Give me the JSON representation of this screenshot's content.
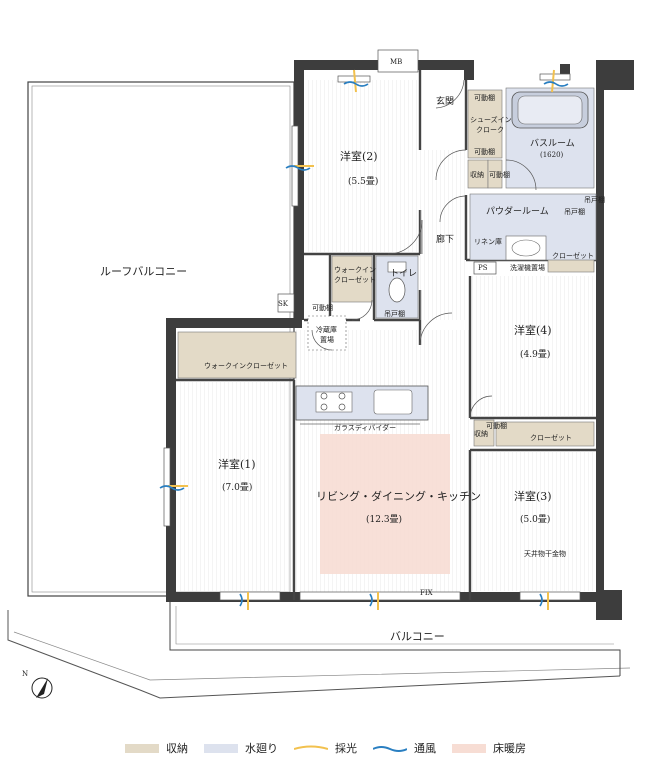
{
  "rooms": {
    "western2": {
      "name": "洋室(2)",
      "size": "(5.5畳)"
    },
    "western1": {
      "name": "洋室(1)",
      "size": "(7.0畳)"
    },
    "western4": {
      "name": "洋室(4)",
      "size": "(4.9畳)"
    },
    "western3": {
      "name": "洋室(3)",
      "size": "(5.0畳)"
    },
    "ldk": {
      "name": "リビング・ダイニング・キッチン",
      "size": "(12.3畳)"
    },
    "bathroom": {
      "name": "バスルーム",
      "size": "(1620)"
    },
    "powder": "パウダールーム",
    "entrance": "玄関",
    "hallway": "廊下",
    "toilet": "トイレ",
    "roof_balcony": "ルーフバルコニー",
    "balcony": "バルコニー"
  },
  "fixtures": {
    "mb": "MB",
    "sk": "SK",
    "ps": "PS",
    "fix": "FIX",
    "shoes_closet_top": "可動棚",
    "shoes_closet": "シューズイン\nクローク",
    "shoes_closet_bottom": "可動棚",
    "storage_entry": "収納",
    "movable_shelf_entry": "可動棚",
    "wic_2": "ウォークイン\nクローゼット",
    "movable_shelf_wic2": "可動棚",
    "wic_1": "ウォークインクローゼット",
    "fridge": "冷蔵庫\n置場",
    "glass_divider": "ガラスディバイダー",
    "closet_4": "クローゼット",
    "closet_3": "クローゼット",
    "storage_3": "収納",
    "movable_shelf_3": "可動棚",
    "linen": "リネン庫",
    "washer": "洗濯機置場",
    "hanging_shelf_1": "吊戸棚",
    "hanging_shelf_2": "吊戸棚",
    "dryer_bar": "天井物干金物",
    "hanging_toilet": "吊戸棚"
  },
  "legend": [
    {
      "label": "収納",
      "color": "#e3dac7"
    },
    {
      "label": "水廻り",
      "color": "#dde2ee"
    },
    {
      "label": "採光",
      "color": "#f2c14e"
    },
    {
      "label": "通風",
      "color": "#2a7fc1"
    },
    {
      "label": "床暖房",
      "color": "#f7ddd4"
    }
  ],
  "compass": "N"
}
